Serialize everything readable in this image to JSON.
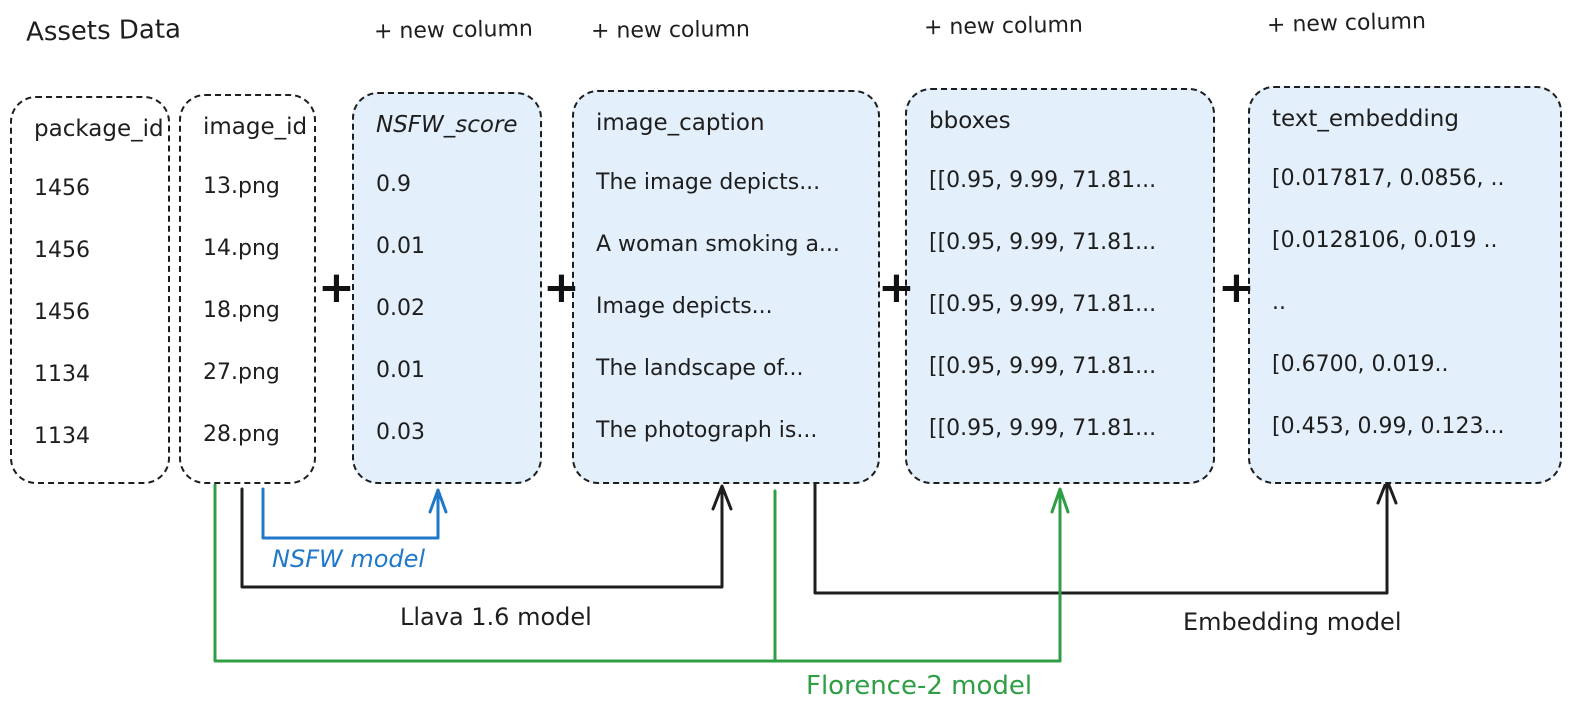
{
  "diagram": {
    "title": "Assets Data",
    "new_column_label": "+ new column",
    "plus_sign": "+",
    "colors": {
      "ink": "#1e1e1e",
      "box_fill_blue": "#e3effb",
      "box_fill_white": "#ffffff",
      "nsfw_blue": "#1f78c8",
      "florence_green": "#2f9e44"
    },
    "columns": [
      {
        "header": "package_id",
        "rows": [
          "1456",
          "1456",
          "1456",
          "1134",
          "1134"
        ]
      },
      {
        "header": "image_id",
        "rows": [
          "13.png",
          "14.png",
          "18.png",
          "27.png",
          "28.png"
        ]
      },
      {
        "header": "NSFW_score",
        "rows": [
          "0.9",
          "0.01",
          "0.02",
          "0.01",
          "0.03"
        ]
      },
      {
        "header": "image_caption",
        "rows": [
          "The image depicts...",
          "A woman smoking a...",
          "Image depicts...",
          "The landscape of...",
          "The photograph is..."
        ]
      },
      {
        "header": "bboxes",
        "rows": [
          "[[0.95, 9.99, 71.81...",
          "[[0.95, 9.99, 71.81...",
          "[[0.95, 9.99, 71.81...",
          "[[0.95, 9.99, 71.81...",
          "[[0.95, 9.99, 71.81..."
        ]
      },
      {
        "header": "text_embedding",
        "rows": [
          "[0.017817, 0.0856, ..",
          "[0.0128106, 0.019 ..",
          "..",
          "[0.6700, 0.019..",
          "[0.453, 0.99, 0.123..."
        ]
      }
    ],
    "models": [
      {
        "name": "NSFW model"
      },
      {
        "name": "Llava 1.6 model"
      },
      {
        "name": "Embedding model"
      },
      {
        "name": "Florence-2 model"
      }
    ]
  }
}
